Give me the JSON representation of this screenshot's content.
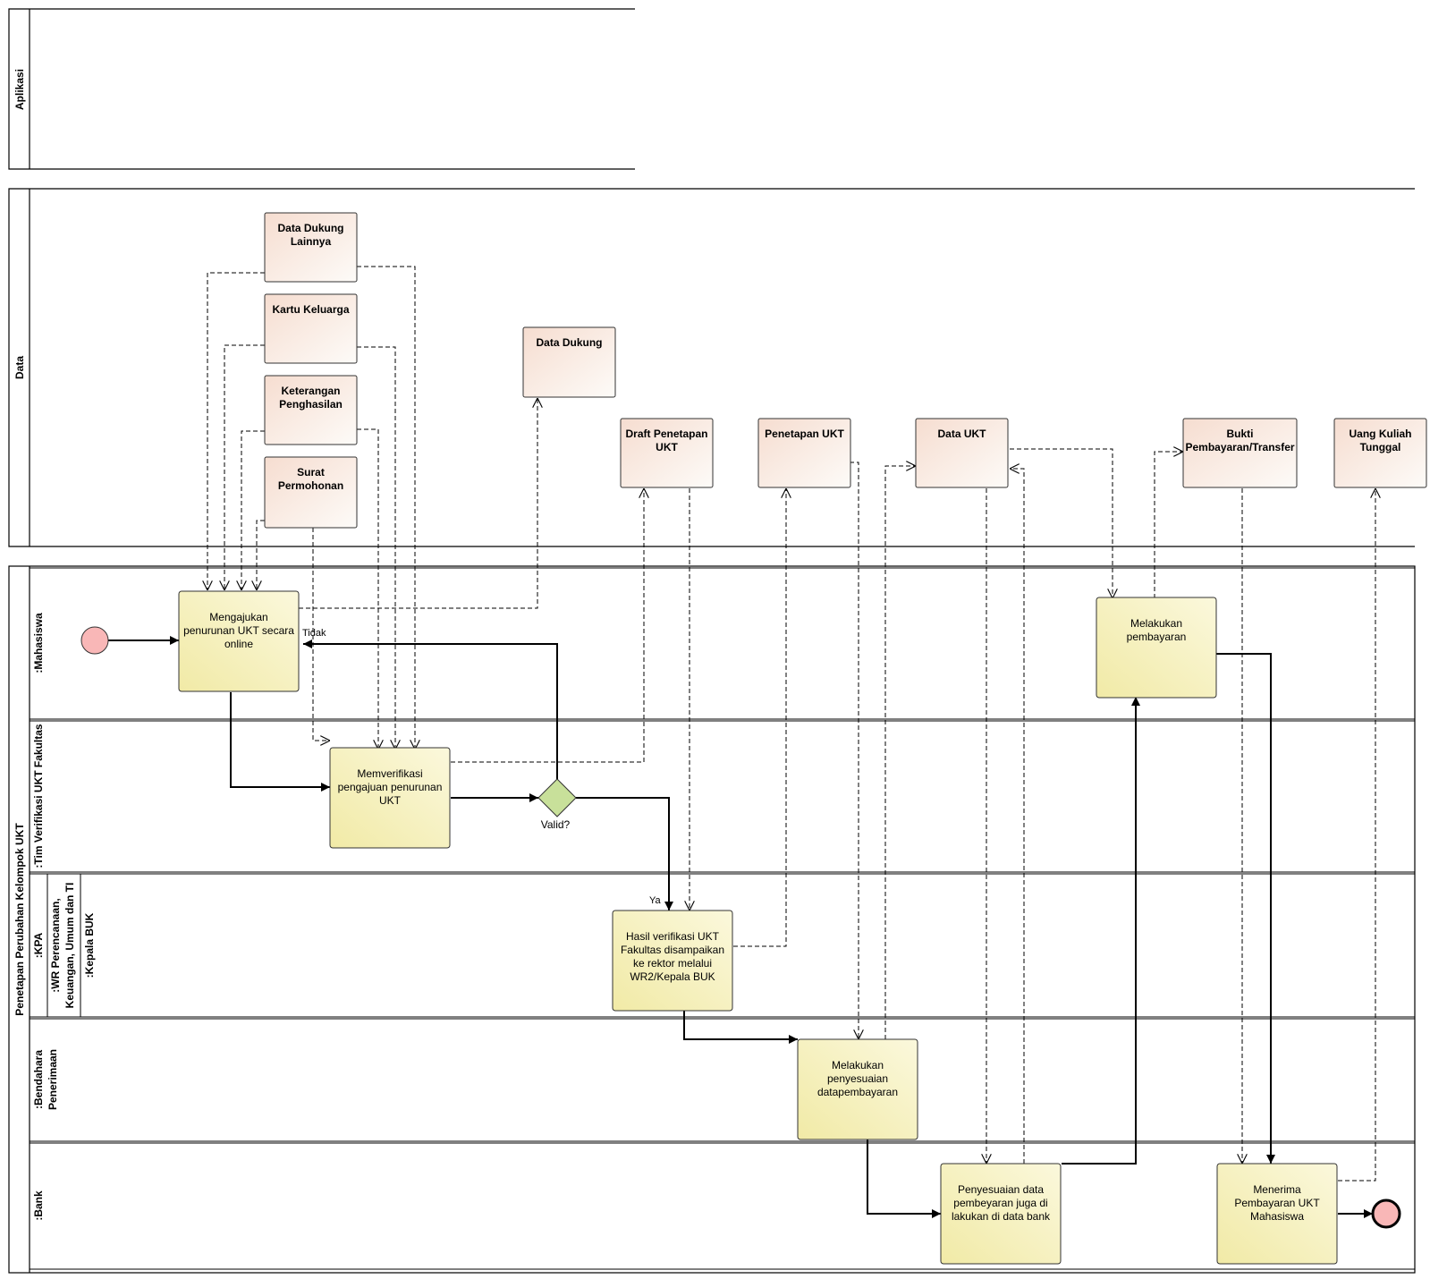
{
  "pools": {
    "aplikasi": "Aplikasi",
    "data": "Data",
    "process": "Penetapan Perubahan Kelompok UKT"
  },
  "lanes": {
    "mahasiswa": ":Mahasiswa",
    "tim": ":Tim Verifikasi UKT Fakultas",
    "kpa": ":KPA",
    "wr_line1": ":WR Perencanaan,",
    "wr_line2": "Keuangan, Umum dan TI",
    "kepala": ":Kepala BUK",
    "bendahara_line1": ":Bendahara",
    "bendahara_line2": "Penerimaan",
    "bank": ":Bank"
  },
  "data_objects": {
    "data_dukung_lainnya": [
      "Data Dukung",
      "Lainnya"
    ],
    "kartu_keluarga": [
      "Kartu Keluarga"
    ],
    "keterangan_penghasilan": [
      "Keterangan",
      "Penghasilan"
    ],
    "surat_permohonan": [
      "Surat",
      "Permohonan"
    ],
    "data_dukung": [
      "Data Dukung"
    ],
    "draft_penetapan": [
      "Draft Penetapan",
      "UKT"
    ],
    "penetapan_ukt": [
      "Penetapan UKT"
    ],
    "data_ukt": [
      "Data UKT"
    ],
    "bukti_pembayaran": [
      "Bukti",
      "Pembayaran/Transfer"
    ],
    "uang_kuliah": [
      "Uang Kuliah",
      "Tunggal"
    ]
  },
  "activities": {
    "mengajukan": [
      "Mengajukan",
      "penurunan UKT secara",
      "online"
    ],
    "memverifikasi": [
      "Memverifikasi",
      "pengajuan penurunan",
      "UKT"
    ],
    "hasil_verifikasi": [
      "Hasil verifikasi UKT",
      "Fakultas disampaikan",
      "ke rektor melalui",
      "WR2/Kepala BUK"
    ],
    "penyesuaian_pembayaran": [
      "Melakukan",
      "penyesuaian",
      "datapembayaran"
    ],
    "penyesuaian_bank": [
      "Penyesuaian data",
      "pembeyaran juga di",
      "lakukan di data bank"
    ],
    "melakukan_pembayaran": [
      "Melakukan",
      "pembayaran"
    ],
    "menerima_pembayaran": [
      "Menerima",
      "Pembayaran UKT",
      "Mahasiswa"
    ]
  },
  "gateway": {
    "label": "Valid?"
  },
  "flow_labels": {
    "tidak": "Tidak",
    "ya": "Ya"
  },
  "colors": {
    "activity_fill_top": "#fbf8dc",
    "activity_fill_bottom": "#f1eaa6",
    "data_fill_top": "#f6ddd0",
    "data_fill_bottom": "#fdfbf8",
    "gateway_fill": "#c8e09a",
    "event_fill": "#f9b7b7"
  }
}
